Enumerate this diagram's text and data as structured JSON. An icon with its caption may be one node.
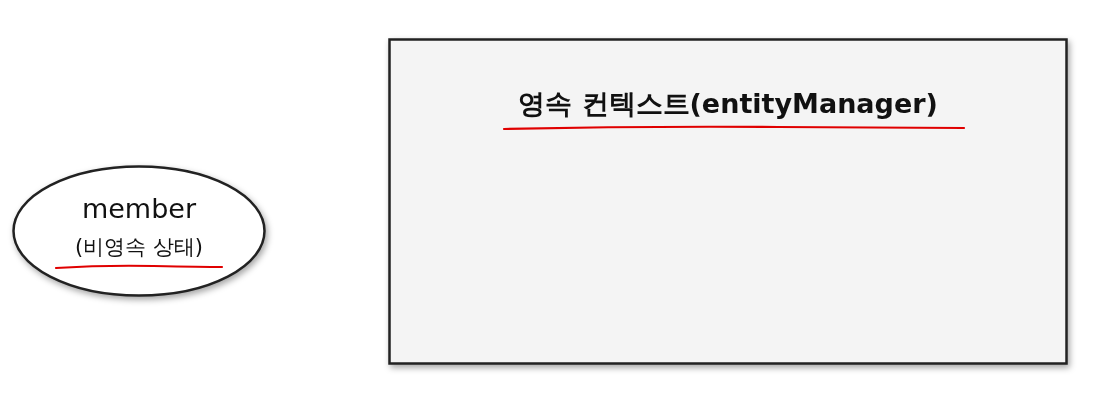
{
  "diagram": {
    "nodes": [
      {
        "text": [
          "member",
          "(비영속 상태)"
        ]
      },
      {
        "text": [
          "영속 컨텍스트(entityManager)"
        ]
      }
    ]
  }
}
